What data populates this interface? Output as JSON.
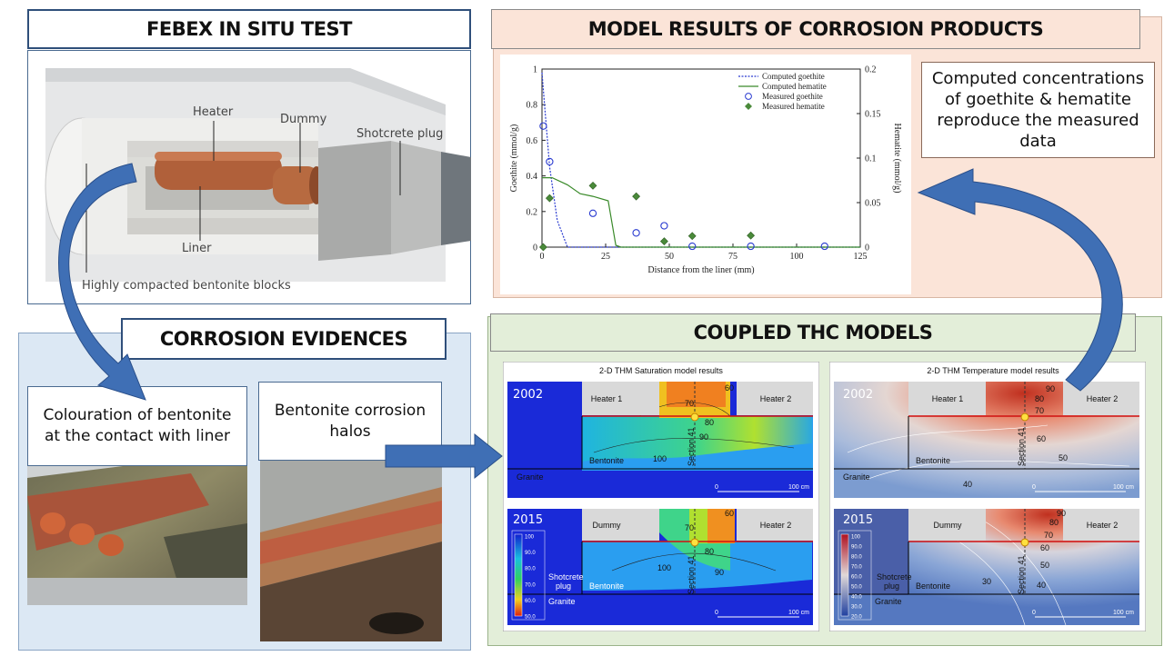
{
  "febex": {
    "title": "FEBEX IN SITU TEST",
    "labels": {
      "heater": "Heater",
      "dummy": "Dummy",
      "shotcrete": "Shotcrete plug",
      "liner": "Liner",
      "bentonite_blocks": "Highly compacted bentonite blocks"
    }
  },
  "model_results": {
    "title": "MODEL RESULTS OF CORROSION PRODUCTS",
    "note": "Computed concentrations of goethite & hematite reproduce the measured data"
  },
  "corrosion": {
    "title": "CORROSION EVIDENCES",
    "note_left": "Colouration of bentonite at the contact with liner",
    "note_right": "Bentonite corrosion halos"
  },
  "thc": {
    "title": "COUPLED THC MODELS",
    "saturation": {
      "title": "2-D THM Saturation model results",
      "top_year": "2002",
      "bottom_year": "2015",
      "heater1": "Heater 1",
      "heater2": "Heater 2",
      "dummy": "Dummy",
      "bentonite": "Bentonite",
      "granite": "Granite",
      "shotcrete": "Shotcrete",
      "plug": "plug",
      "section": "Section 41",
      "scale_zero": "0",
      "scale_len": "100 cm",
      "top_contours": [
        "60",
        "70",
        "80",
        "90",
        "100"
      ],
      "bottom_contours": [
        "60",
        "70",
        "80",
        "90",
        "100"
      ],
      "legend": [
        "100",
        "90.0",
        "80.0",
        "70.0",
        "60.0",
        "50.0"
      ]
    },
    "temperature": {
      "title": "2-D THM Temperature model results",
      "top_year": "2002",
      "bottom_year": "2015",
      "heater1": "Heater 1",
      "heater2": "Heater 2",
      "dummy": "Dummy",
      "bentonite": "Bentonite",
      "granite": "Granite",
      "shotcrete": "Shotcrete",
      "plug": "plug",
      "section": "Section 41",
      "scale_zero": "0",
      "scale_len": "100 cm",
      "top_contours": [
        "90",
        "80",
        "70",
        "60",
        "50",
        "40"
      ],
      "bottom_contours": [
        "90",
        "80",
        "70",
        "60",
        "50",
        "40",
        "30"
      ],
      "legend": [
        "100",
        "90.0",
        "80.0",
        "70.0",
        "60.0",
        "50.0",
        "40.0",
        "30.0",
        "20.0"
      ]
    }
  },
  "chart_data": {
    "type": "scatter",
    "xlabel": "Distance from the liner (mm)",
    "ylabel": "Goethite (mmol/g)",
    "y2label": "Hematite (mmol/g)",
    "xlim": [
      0,
      125
    ],
    "ylim": [
      0,
      1
    ],
    "y2lim": [
      0,
      0.2
    ],
    "xticks": [
      0,
      25,
      50,
      75,
      100,
      125
    ],
    "yticks": [
      0,
      0.2,
      0.4,
      0.6,
      0.8,
      1
    ],
    "y2ticks": [
      0,
      0.05,
      0.1,
      0.15,
      0.2
    ],
    "legend_position": "top-right",
    "series": [
      {
        "name": "Computed goethite",
        "axis": "left",
        "style": "dashed",
        "color": "#2a3bd0",
        "x": [
          0,
          1,
          3,
          6,
          10,
          125
        ],
        "y": [
          0.98,
          0.8,
          0.45,
          0.15,
          0.0,
          0.0
        ]
      },
      {
        "name": "Computed hematite",
        "axis": "right",
        "style": "line",
        "color": "#3a8a2a",
        "x": [
          0,
          4,
          10,
          15,
          20,
          26,
          29,
          31,
          125
        ],
        "y": [
          0.078,
          0.078,
          0.07,
          0.06,
          0.057,
          0.052,
          0.002,
          0.0,
          0.0
        ]
      },
      {
        "name": "Measured goethite",
        "axis": "left",
        "style": "circle",
        "color": "#2a3bd0",
        "x": [
          0.5,
          3,
          20,
          37,
          48,
          59,
          82,
          111
        ],
        "y": [
          0.68,
          0.48,
          0.19,
          0.08,
          0.12,
          0.005,
          0.005,
          0.005
        ]
      },
      {
        "name": "Measured hematite",
        "axis": "right",
        "style": "diamond",
        "color": "#4a8a3a",
        "x": [
          0.5,
          3,
          20,
          37,
          48,
          59,
          82
        ],
        "y": [
          0.0,
          0.055,
          0.069,
          0.057,
          0.0065,
          0.0125,
          0.013
        ]
      }
    ]
  }
}
